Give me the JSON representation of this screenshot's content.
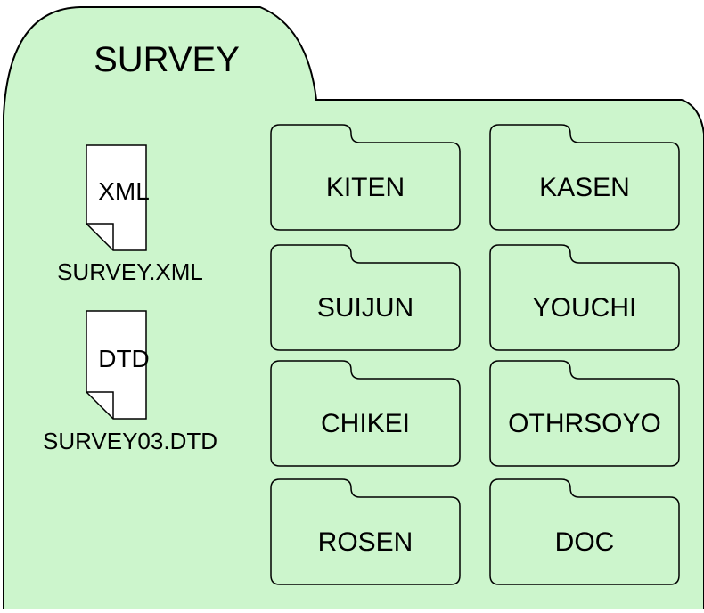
{
  "colors": {
    "fill": "#ccf5cc",
    "stroke": "#000000",
    "paper": "#ffffff"
  },
  "root_folder": {
    "title": "SURVEY",
    "icon": "folder-icon"
  },
  "files": [
    {
      "icon": "document-icon",
      "type_label": "XML",
      "filename": "SURVEY.XML"
    },
    {
      "icon": "document-icon",
      "type_label": "DTD",
      "filename": "SURVEY03.DTD"
    }
  ],
  "subfolders": [
    {
      "icon": "folder-icon",
      "label": "KITEN"
    },
    {
      "icon": "folder-icon",
      "label": "KASEN"
    },
    {
      "icon": "folder-icon",
      "label": "SUIJUN"
    },
    {
      "icon": "folder-icon",
      "label": "YOUCHI"
    },
    {
      "icon": "folder-icon",
      "label": "CHIKEI"
    },
    {
      "icon": "folder-icon",
      "label": "OTHRSOYO"
    },
    {
      "icon": "folder-icon",
      "label": "ROSEN"
    },
    {
      "icon": "folder-icon",
      "label": "DOC"
    }
  ]
}
